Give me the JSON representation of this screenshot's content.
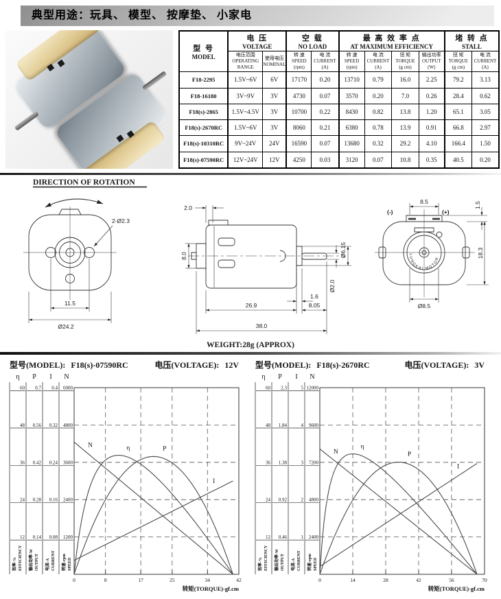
{
  "header": {
    "text": "典型用途：玩具、 模型、 按摩垫、 小家电"
  },
  "spec_table": {
    "model_header": {
      "zh": "型  号",
      "en": "MODEL"
    },
    "groups": [
      {
        "zh": "电  压",
        "en": "VOLTAGE"
      },
      {
        "zh": "空  载",
        "en": "NO LOAD"
      },
      {
        "zh": "最 高 效 率 点",
        "en": "AT MAXIMUM EFFICIENCY"
      },
      {
        "zh": "堵 转 点",
        "en": "STALL"
      }
    ],
    "subheaders": [
      {
        "l1": "电压范围",
        "l2": "OPERATING",
        "l3": "RANGE"
      },
      {
        "l1": "使用电压",
        "l2": "NOMINAL",
        "l3": ""
      },
      {
        "l1": "转 速",
        "l2": "SPEED",
        "l3": "(rpm)"
      },
      {
        "l1": "电 流",
        "l2": "CURRENT",
        "l3": "(A)"
      },
      {
        "l1": "转 速",
        "l2": "SPEED",
        "l3": "(rpm)"
      },
      {
        "l1": "电 流",
        "l2": "CURRENT",
        "l3": "(A)"
      },
      {
        "l1": "扭 矩",
        "l2": "TORQUE",
        "l3": "(g cm)"
      },
      {
        "l1": "输出功率",
        "l2": "OUTPUT",
        "l3": "(W)"
      },
      {
        "l1": "扭 矩",
        "l2": "TORQUE",
        "l3": "(g cm)"
      },
      {
        "l1": "电 流",
        "l2": "CURRENT",
        "l3": "(A)"
      }
    ],
    "rows": [
      [
        "F18-2295",
        "1.5V~6V",
        "6V",
        "17170",
        "0.20",
        "13710",
        "0.79",
        "16.0",
        "2.25",
        "79.2",
        "3.13"
      ],
      [
        "F18-16180",
        "3V~9V",
        "3V",
        "4730",
        "0.07",
        "3570",
        "0.20",
        "7.0",
        "0.26",
        "28.4",
        "0.62"
      ],
      [
        "F18(s)-2865",
        "1.5V~4.5V",
        "3V",
        "10700",
        "0.22",
        "8430",
        "0.82",
        "13.8",
        "1.20",
        "65.1",
        "3.05"
      ],
      [
        "F18(s)-2670RC",
        "1.5V~6V",
        "3V",
        "8060",
        "0.21",
        "6380",
        "0.78",
        "13.9",
        "0.91",
        "66.8",
        "2.97"
      ],
      [
        "F18(s)-10310RC",
        "9V~24V",
        "24V",
        "16590",
        "0.07",
        "13680",
        "0.32",
        "29.2",
        "4.10",
        "166.4",
        "1.50"
      ],
      [
        "F18(s)-07590RC",
        "12V~24V",
        "12V",
        "4250",
        "0.03",
        "3120",
        "0.07",
        "10.8",
        "0.35",
        "40.5",
        "0.20"
      ]
    ]
  },
  "drawing": {
    "direction_title": "DIRECTION OF ROTATION",
    "holes": "2-Ø2.3",
    "hole_spacing": "11.5",
    "front_diameter": "Ø24.2",
    "cap_thickness": "2.0",
    "boss_height": "8.0",
    "shaft_boss_dia": "Ø6.15",
    "shaft_dia": "Ø2.0",
    "boss_length": "1.6",
    "body_length": "26.9",
    "shaft_length": "8.05",
    "total_length": "38.0",
    "terminal_spacing": "8.5",
    "tab_height": "1.5",
    "rear_height": "18.3",
    "rear_boss_dia": "Ø8.5",
    "neg_terminal": "(-)",
    "pos_terminal": "(+)",
    "brand": "LUNGKAI MOTOR",
    "weight_note": "WEIGHT:28g (APPROX)"
  },
  "chart_data": [
    {
      "type": "line",
      "model_label": "型号(MODEL):",
      "model": "F18(s)-07590RC",
      "voltage_label": "电压(VOLTAGE):",
      "voltage": "12V",
      "xlabel": "转矩(TORQUE)-gf.cm",
      "x_range": [
        0,
        42
      ],
      "x_ticks": [
        0,
        8,
        17,
        25,
        34,
        42
      ],
      "grid": "dashed",
      "axes": [
        {
          "letter": "η",
          "title_zh": "效率-%",
          "title_en": "EFFICIENCY",
          "ticks": [
            60,
            48,
            36,
            24,
            12
          ]
        },
        {
          "letter": "P",
          "title_zh": "输出功率-W",
          "title_en": "OUTPUT",
          "ticks": [
            0.7,
            0.56,
            0.42,
            0.28,
            0.14
          ]
        },
        {
          "letter": "I",
          "title_zh": "电流-A",
          "title_en": "CURRENT",
          "ticks": [
            0.4,
            0.32,
            0.24,
            0.16,
            0.08
          ]
        },
        {
          "letter": "N",
          "title_zh": "转速-rpm",
          "title_en": "SPEED",
          "ticks": [
            6000,
            4800,
            3600,
            2400,
            1200
          ]
        }
      ],
      "series": [
        {
          "name": "N",
          "quantity": "speed_rpm",
          "points": [
            [
              0,
              4250
            ],
            [
              40.5,
              0
            ]
          ]
        },
        {
          "name": "η",
          "quantity": "efficiency_%",
          "points": [
            [
              0,
              0
            ],
            [
              10.8,
              41.7
            ],
            [
              40.5,
              0
            ]
          ]
        },
        {
          "name": "P",
          "quantity": "output_W",
          "points": [
            [
              0,
              0
            ],
            [
              20.25,
              0.44
            ],
            [
              40.5,
              0
            ]
          ]
        },
        {
          "name": "I",
          "quantity": "current_A",
          "points": [
            [
              0,
              0.03
            ],
            [
              40.5,
              0.2
            ]
          ]
        }
      ],
      "motor_params": {
        "no_load_speed_rpm": 4250,
        "no_load_current_a": 0.03,
        "stall_torque_gfcm": 40.5,
        "stall_current_a": 0.2,
        "nominal_voltage_v": 12
      }
    },
    {
      "type": "line",
      "model_label": "型号(MODEL):",
      "model": "F18(s)-2670RC",
      "voltage_label": "电压(VOLTAGE):",
      "voltage": "3V",
      "xlabel": "转矩(TORQUE)-gf.cm",
      "x_range": [
        0,
        70
      ],
      "x_ticks": [
        0,
        14,
        28,
        42,
        56,
        70
      ],
      "grid": "dashed",
      "axes": [
        {
          "letter": "η",
          "title_zh": "效率-%",
          "title_en": "EFFICIENCY",
          "ticks": [
            60,
            48,
            36,
            24,
            12
          ]
        },
        {
          "letter": "P",
          "title_zh": "输出功率-W",
          "title_en": "OUTPUT",
          "ticks": [
            2.3,
            1.84,
            1.38,
            0.92,
            0.46
          ]
        },
        {
          "letter": "I",
          "title_zh": "电流-A",
          "title_en": "CURRENT",
          "ticks": [
            5,
            4,
            3,
            2,
            1
          ]
        },
        {
          "letter": "N",
          "title_zh": "转速-rpm",
          "title_en": "SPEED",
          "ticks": [
            12000,
            9600,
            7200,
            4800,
            2400
          ]
        }
      ],
      "series": [
        {
          "name": "N",
          "quantity": "speed_rpm",
          "points": [
            [
              0,
              8060
            ],
            [
              66.8,
              0
            ]
          ]
        },
        {
          "name": "η",
          "quantity": "efficiency_%",
          "points": [
            [
              0,
              0
            ],
            [
              13.9,
              38.9
            ],
            [
              66.8,
              0
            ]
          ]
        },
        {
          "name": "P",
          "quantity": "output_W",
          "points": [
            [
              0,
              0
            ],
            [
              33.4,
              1.38
            ],
            [
              66.8,
              0
            ]
          ]
        },
        {
          "name": "I",
          "quantity": "current_A",
          "points": [
            [
              0,
              0.21
            ],
            [
              66.8,
              2.97
            ]
          ]
        }
      ],
      "motor_params": {
        "no_load_speed_rpm": 8060,
        "no_load_current_a": 0.21,
        "stall_torque_gfcm": 66.8,
        "stall_current_a": 2.97,
        "nominal_voltage_v": 3
      }
    }
  ]
}
